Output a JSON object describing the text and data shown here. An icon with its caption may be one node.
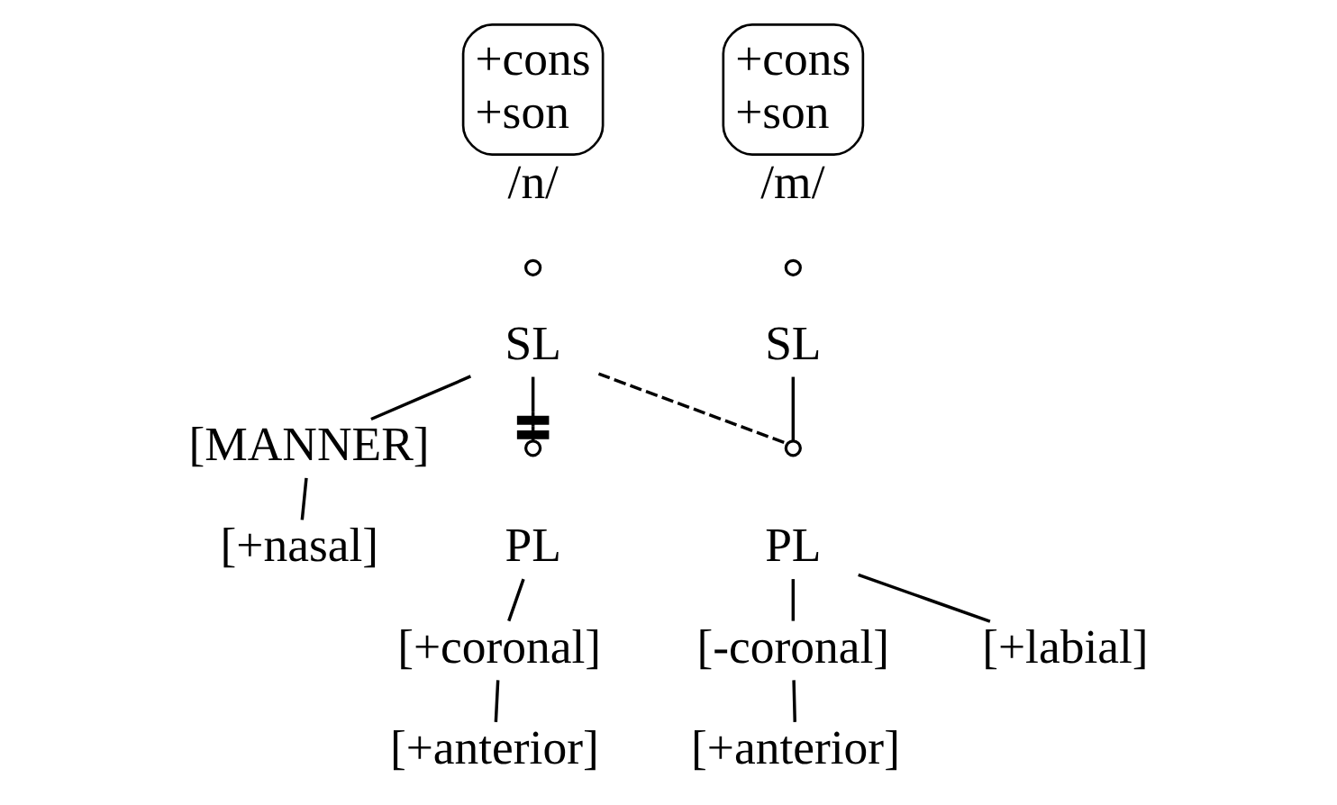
{
  "diagram": {
    "nodes": [
      {
        "text": [
          "+cons",
          "+son"
        ],
        "beside": [
          "/n/"
        ]
      },
      {
        "text": [],
        "shape": "circle"
      },
      {
        "text": [
          "SL"
        ]
      },
      {
        "text": [
          "+cons",
          "+son"
        ],
        "beside": [
          "/m/"
        ]
      },
      {
        "text": [],
        "shape": "circle"
      },
      {
        "text": [
          "SL"
        ]
      },
      {
        "text": [
          "[MANNER]"
        ]
      },
      {
        "text": [
          "[+nasal]"
        ]
      },
      {
        "text": [],
        "shape": "circle"
      },
      {
        "text": [
          "PL"
        ]
      },
      {
        "text": [
          "[+coronal]"
        ]
      },
      {
        "text": [
          "[+anterior]"
        ]
      },
      {
        "text": [],
        "shape": "circle"
      },
      {
        "text": [
          "PL"
        ]
      },
      {
        "text": [
          "[-coronal]"
        ]
      },
      {
        "text": [
          "[+anterior]"
        ]
      },
      {
        "text": [
          "[+labial]"
        ]
      }
    ],
    "edges": [
      {
        "from": 2,
        "to": 6,
        "arrow": "none"
      },
      {
        "from": 2,
        "to": 8,
        "arrow": "other"
      },
      {
        "from": 2,
        "to": 12,
        "arrow": "none",
        "style": "dashed"
      },
      {
        "from": 5,
        "to": 12,
        "arrow": "none"
      },
      {
        "from": 6,
        "to": 7,
        "arrow": "none"
      },
      {
        "from": 9,
        "to": 10,
        "arrow": "none"
      },
      {
        "from": 10,
        "to": 11,
        "arrow": "none"
      },
      {
        "from": 13,
        "to": 14,
        "arrow": "none"
      },
      {
        "from": 14,
        "to": 15,
        "arrow": "none"
      },
      {
        "from": 13,
        "to": 16,
        "arrow": "none"
      }
    ]
  }
}
